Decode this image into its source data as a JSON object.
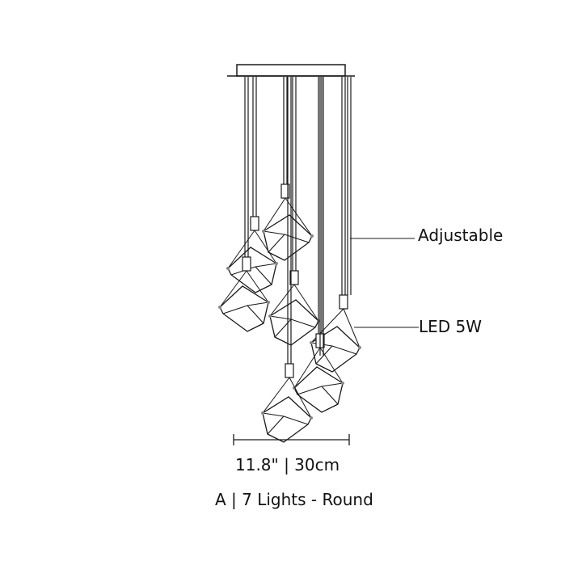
{
  "annotations": {
    "adjustable": "Adjustable",
    "led": "LED 5W"
  },
  "dimension": "11.8\" | 30cm",
  "title": "A | 7 Lights - Round",
  "colors": {
    "line": "#1a1a1a",
    "background": "#ffffff"
  }
}
